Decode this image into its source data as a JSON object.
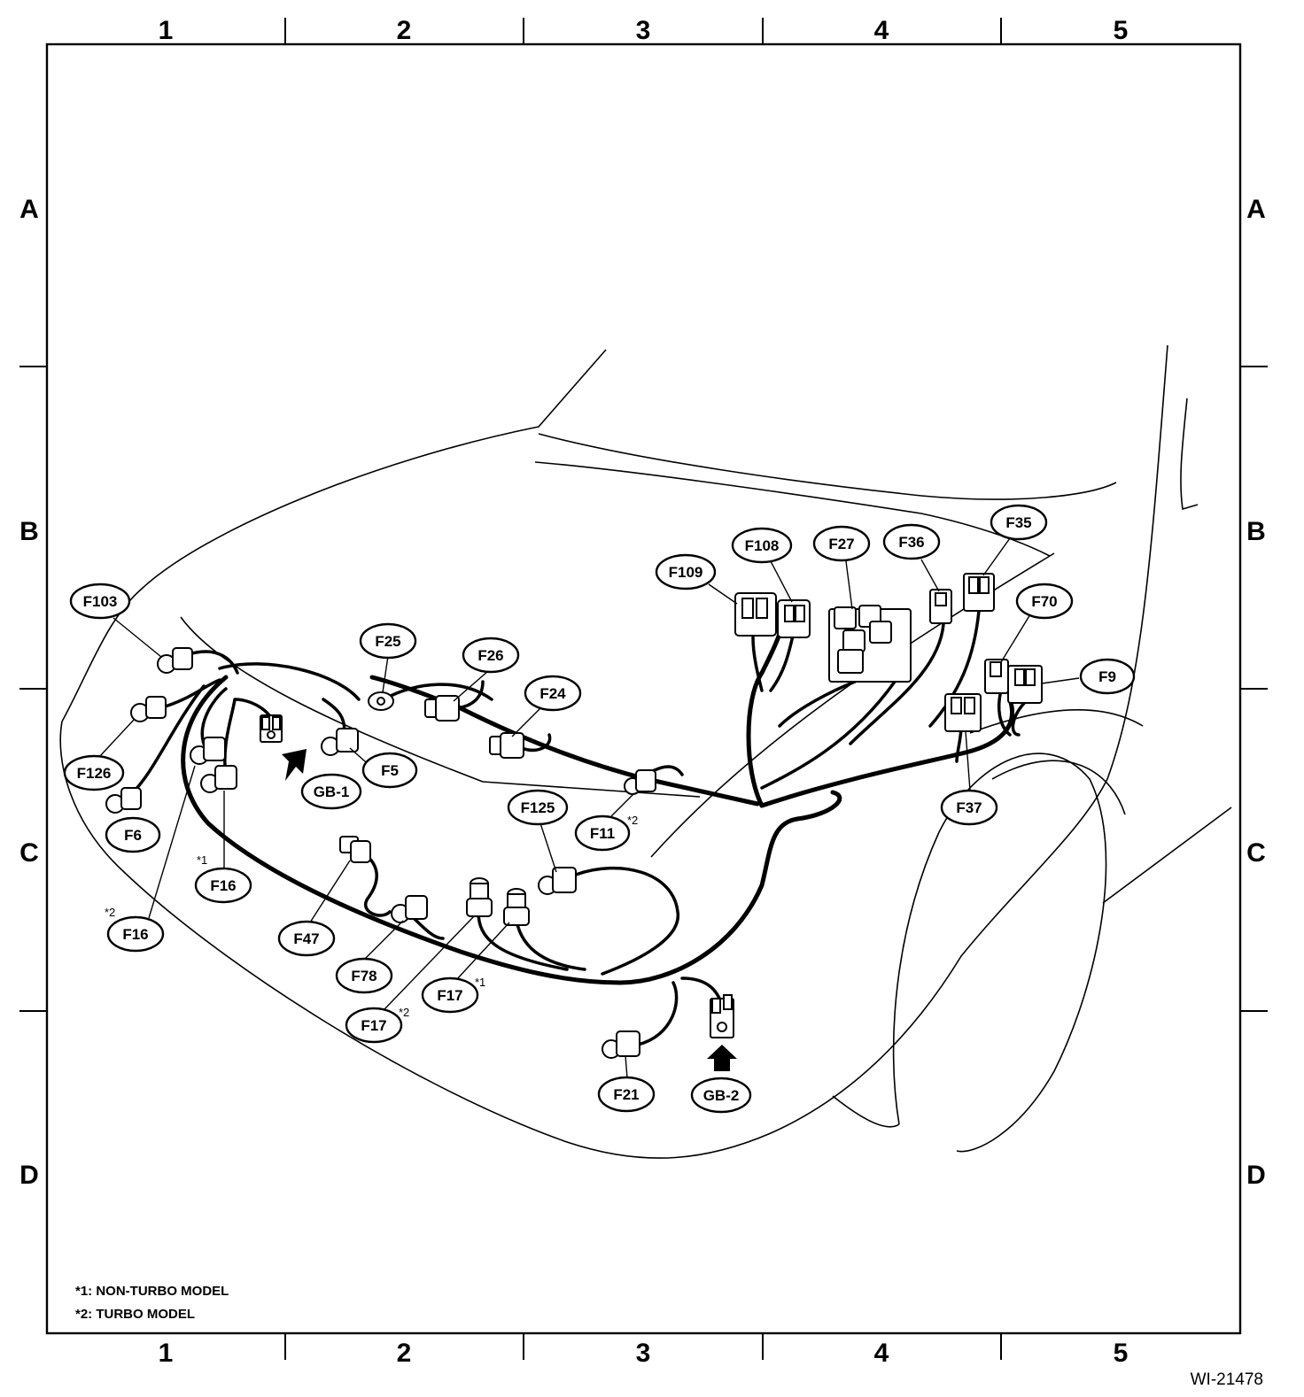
{
  "grid": {
    "columns": [
      "1",
      "2",
      "3",
      "4",
      "5"
    ],
    "rows": [
      "A",
      "B",
      "C",
      "D"
    ]
  },
  "connectors": {
    "F103": "F103",
    "F126": "F126",
    "F6": "F6",
    "F16_1": "F16",
    "F16_2": "F16",
    "GB1": "GB-1",
    "F5": "F5",
    "F25": "F25",
    "F26": "F26",
    "F24": "F24",
    "F11": "F11",
    "F125": "F125",
    "F47": "F47",
    "F78": "F78",
    "F17_1": "F17",
    "F17_2": "F17",
    "F21": "F21",
    "GB2": "GB-2",
    "F109": "F109",
    "F108": "F108",
    "F27": "F27",
    "F36": "F36",
    "F35": "F35",
    "F70": "F70",
    "F9": "F9",
    "F37": "F37"
  },
  "markers": {
    "m1": "*1",
    "m2": "*2"
  },
  "notes": {
    "note1": "*1: NON-TURBO MODEL",
    "note2": "*2: TURBO MODEL"
  },
  "figure_id": "WI-21478"
}
